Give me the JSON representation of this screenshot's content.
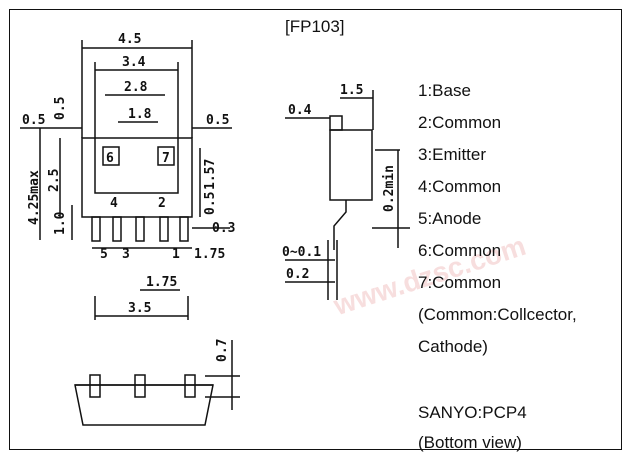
{
  "title": "[FP103]",
  "pins": [
    "1:Base",
    "2:Common",
    "3:Emitter",
    "4:Common",
    "5:Anode",
    "6:Common",
    "7:Common"
  ],
  "note": [
    "(Common:Collcector,",
    "Cathode)"
  ],
  "package": "SANYO:PCP4",
  "view": "(Bottom view)",
  "front_dims": {
    "w_total": "4.5",
    "w_mid": "3.4",
    "w_tab": "2.8",
    "w_slot": "1.8",
    "left_gap": "0.5",
    "right_gap": "0.5",
    "left_top": "0.5",
    "height_total": "4.25max",
    "height_body": "2.5",
    "height_small": "1.0",
    "tab_h": "1.57",
    "pin_w": "0.5",
    "pin_right": "0.3",
    "pin_pitch": "1.75",
    "pin_span": "1.75",
    "base_w": "3.5",
    "bottom_h": "0.7"
  },
  "pin_labels": [
    "6",
    "7",
    "4",
    "2",
    "5",
    "3",
    "1"
  ],
  "side_dims": {
    "w": "1.5",
    "lead_off": "0.4",
    "lead_len": "0.2min",
    "tol": "0~0.1",
    "thick": "0.2"
  },
  "colors": {
    "line": "#111111",
    "watermark": "#e06060"
  }
}
